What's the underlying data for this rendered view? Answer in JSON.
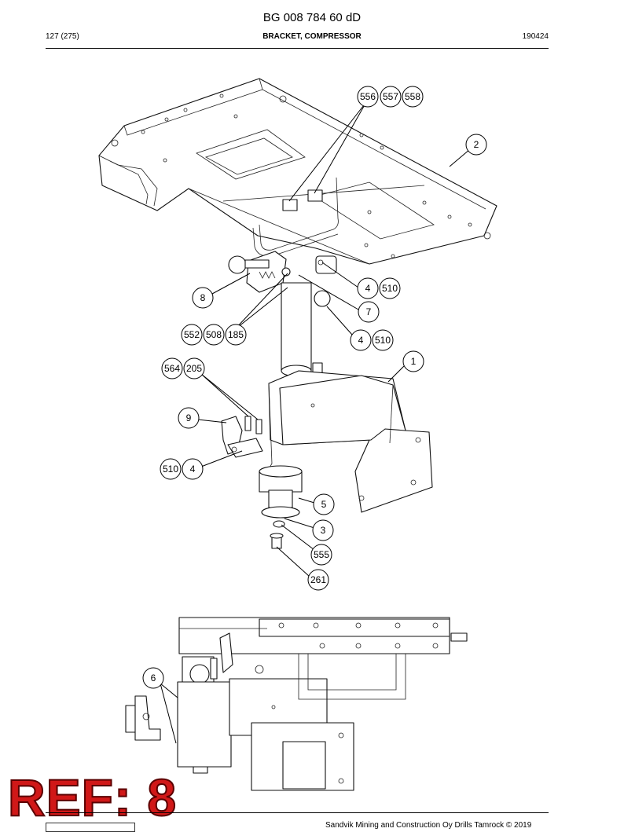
{
  "header": {
    "doc_id": "BG 008 784 60 dD",
    "page": "127 (275)",
    "title": "BRACKET, COMPRESSOR",
    "date": "190424"
  },
  "callouts": {
    "c556": "556",
    "c557": "557",
    "c558": "558",
    "c2": "2",
    "c4a": "4",
    "c510a": "510",
    "c8": "8",
    "c7": "7",
    "c552": "552",
    "c508": "508",
    "c185": "185",
    "c4b": "4",
    "c510b": "510",
    "c1": "1",
    "c564": "564",
    "c205": "205",
    "c9": "9",
    "c510c": "510",
    "c4c": "4",
    "c5": "5",
    "c3": "3",
    "c555": "555",
    "c261": "261",
    "c6": "6"
  },
  "stamp": {
    "ref": "REF: 8"
  },
  "footer": {
    "copyright": "Sandvik Mining and Construction Oy Drills Tamrock © 2019"
  }
}
